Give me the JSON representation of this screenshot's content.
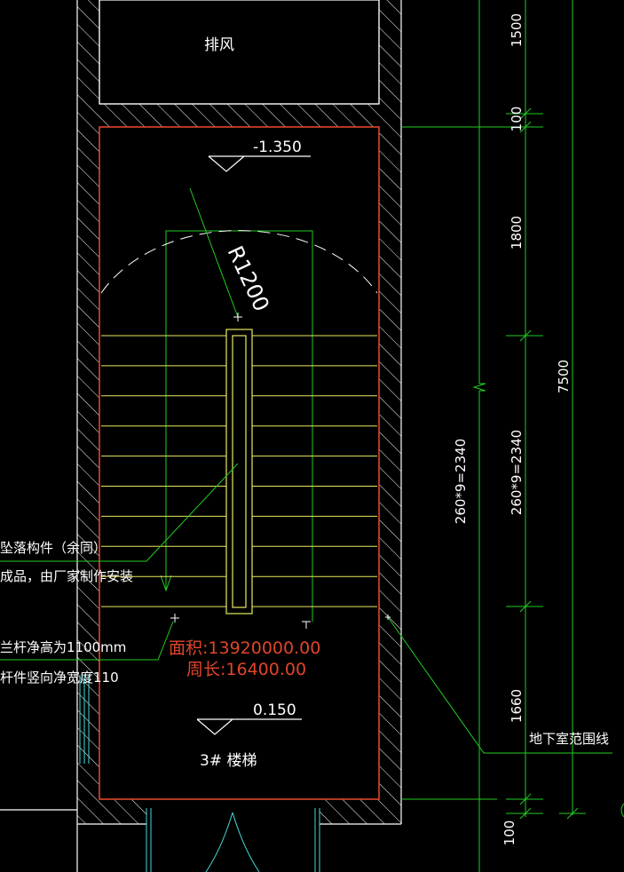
{
  "labels": {
    "exhaust_room": "排风",
    "elev_top": "-1.350",
    "radius": "R1200",
    "annot_fall": "坠落构件（余同）",
    "annot_factory": "成品，由厂家制作安装",
    "annot_rail_height": "兰杆净高为1100mm",
    "annot_rail_gap": "杆件竖向净宽度110",
    "area": "面积:13920000.00",
    "perimeter": "周长:16400.00",
    "elev_bottom": "0.150",
    "stair_name": "3# 楼梯",
    "basement_line": "地下室范围线",
    "stair_calc_left": "260*9=2340",
    "stair_calc_right": "260*9=2340"
  },
  "dimensions": {
    "d1": "1500",
    "d2": "100",
    "d3": "1800",
    "d4": "1660",
    "d5": "100",
    "total": "7500"
  },
  "colors": {
    "background": "#000000",
    "wall": "#ffffff",
    "boundary": "#e0452a",
    "steps": "#e8e860",
    "dim_line": "#22cc22",
    "leader": "#22cc22",
    "window": "#44dddd",
    "text": "#ffffff",
    "area_text": "#e0452a"
  }
}
